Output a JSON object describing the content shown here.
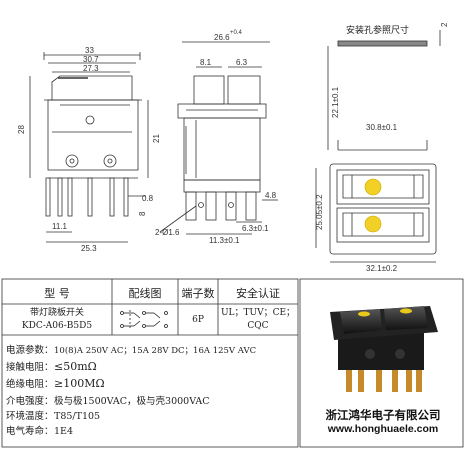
{
  "diagram": {
    "mount_title": "安装孔参照尺寸",
    "front": {
      "dims": [
        "33",
        "30.7",
        "27.3",
        "28",
        "21",
        "25.3",
        "11.1",
        "8",
        "0.8"
      ]
    },
    "side": {
      "dims": [
        "26.6",
        "+0.4",
        "8.1",
        "6.3",
        "2-Ø1.6",
        "11.3±0.1",
        "6.3±0.1",
        "4.8"
      ]
    },
    "mount": {
      "dims": [
        "2",
        "22.1±0.1",
        "30.8±0.1",
        "25.05±0.2",
        "32.1±0.2"
      ]
    },
    "colors": {
      "line": "#333333",
      "led": "#f2d026",
      "hatch": "#888888"
    }
  },
  "table": {
    "headers": [
      "型 号",
      "配线图",
      "端子数",
      "安全认证"
    ],
    "model_line1": "带灯跷板开关",
    "model_line2": "KDC-A06-B5D5",
    "terminals": "6P",
    "cert_line1": "UL；TUV；CE；",
    "cert_line2": "CQC"
  },
  "specs": [
    {
      "label": "电源参数：",
      "value": "10(8)A 250V AC；15A 28V DC；16A 125V AVC"
    },
    {
      "label": "接触电阻：",
      "value": "≤50mΩ"
    },
    {
      "label": "绝缘电阻：",
      "value": "≥100MΩ"
    },
    {
      "label": "介电强度：",
      "value": "极与极1500VAC，极与壳3000VAC"
    },
    {
      "label": "环境温度：",
      "value": "T85/T105"
    },
    {
      "label": "电气寿命：",
      "value": "1E4"
    }
  ],
  "company": {
    "name": "浙江鸿华电子有限公司",
    "url": "www.honghuaele.com"
  }
}
